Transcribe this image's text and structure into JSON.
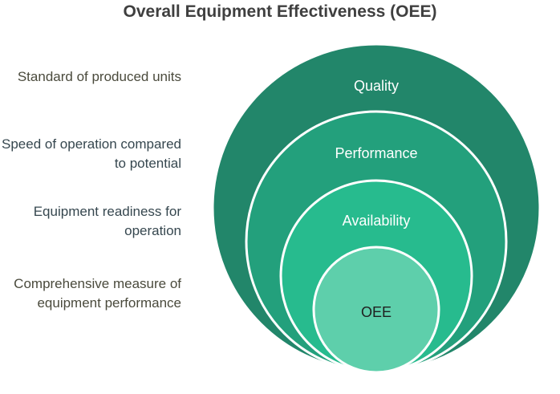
{
  "title": "Overall Equipment Effectiveness (OEE)",
  "layers": [
    {
      "label": "Quality",
      "description": "Standard of produced units",
      "fill": "#22866a",
      "text_color": "#ffffff"
    },
    {
      "label": "Performance",
      "description": "Speed of operation compared to potential",
      "fill": "#23a07c",
      "text_color": "#ffffff"
    },
    {
      "label": "Availability",
      "description": "Equipment readiness for operation",
      "fill": "#27bb8e",
      "text_color": "#ffffff"
    },
    {
      "label": "OEE",
      "description": "Comprehensive measure of equipment performance",
      "fill": "#5ecfab",
      "text_color": "#1f1f1f"
    }
  ],
  "colors": {
    "description_text": [
      "#4a4a3c",
      "#36474f",
      "#36474f",
      "#4a4a3c"
    ],
    "title_text": "#3f3f3f",
    "ring_stroke": "#ffffff"
  }
}
